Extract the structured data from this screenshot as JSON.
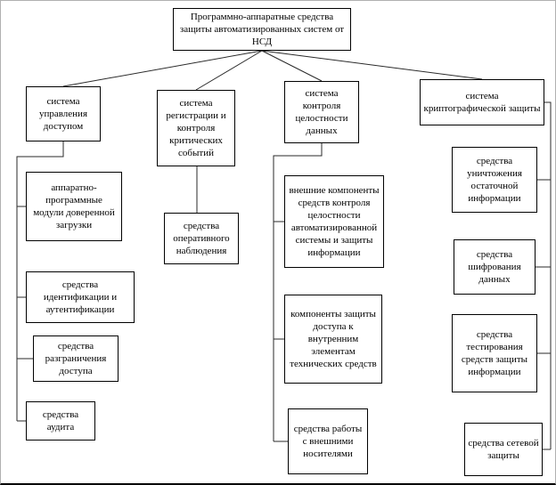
{
  "diagram": {
    "root": {
      "label": "Программно-аппаратные средства защиты автоматизированных систем от НСД"
    },
    "branches": [
      {
        "label": "система управления доступом",
        "children": [
          {
            "label": "аппаратно-программные модули доверенной загрузки"
          },
          {
            "label": "средства идентификации и аутентификации"
          },
          {
            "label": "средства разграничения доступа"
          },
          {
            "label": "средства аудита"
          }
        ]
      },
      {
        "label": "система регистрации и контроля критических событий",
        "children": [
          {
            "label": "средства оперативного наблюдения"
          }
        ]
      },
      {
        "label": "система контроля целостности данных",
        "children": [
          {
            "label": "внешние компоненты средств контроля целостности автоматизированной системы и защиты информации"
          },
          {
            "label": "компоненты защиты доступа к внутренним элементам технических средств"
          },
          {
            "label": "средства работы с внешними носителями"
          }
        ]
      },
      {
        "label": "система криптографической защиты",
        "children": [
          {
            "label": "средства уничтожения остаточной информации"
          },
          {
            "label": "средства шифрования данных"
          },
          {
            "label": "средства тестирования средств защиты информации"
          },
          {
            "label": "средства сетевой защиты"
          }
        ]
      }
    ]
  },
  "colors": {
    "line": "#2a2a2a",
    "box_border": "#000000",
    "background": "#ffffff"
  }
}
